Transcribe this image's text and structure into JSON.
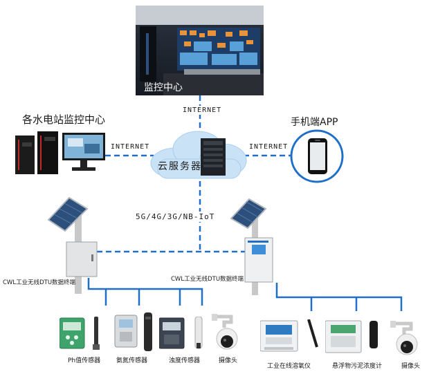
{
  "nodes": {
    "monitor_center": "监控中心",
    "hydro_stations": "各水电站监控中心",
    "cloud_server": "云服务器",
    "mobile_app": "手机端APP",
    "dtu_left": "CWL工业无线DTU数据终端",
    "dtu_right": "CWL工业无线DTU数据终端"
  },
  "links": {
    "internet_top": "INTERNET",
    "internet_left": "INTERNET",
    "internet_right": "INTERNET",
    "wireless": "5G/4G/3G/NB-IoT"
  },
  "sensors": {
    "ph": "Ph值传感器",
    "ammonia": "氨氮传感器",
    "turbidity": "浊度传感器",
    "camera_left": "摄像头",
    "oxygen": "工业在线溶氧仪",
    "sludge": "悬浮物污泥浓度计",
    "camera_right": "摄像头"
  },
  "colors": {
    "link_line": "#1f6fc9",
    "cloud": "#c9e2f6",
    "pole": "#c8c8c8"
  }
}
